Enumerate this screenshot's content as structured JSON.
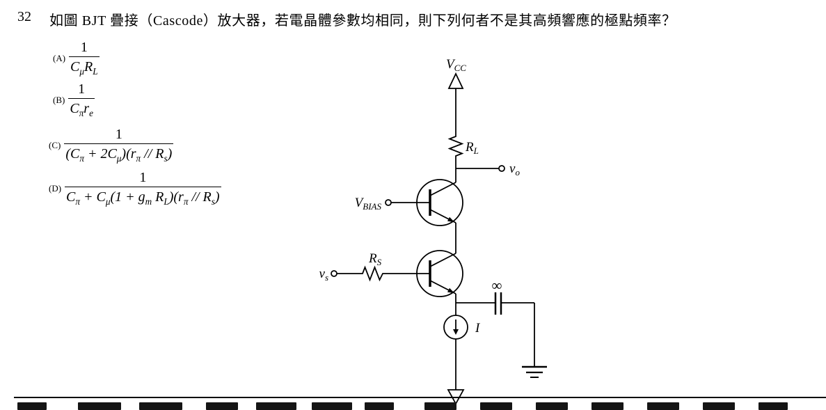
{
  "question": {
    "number": "32",
    "text": "如圖 BJT 疊接（Cascode）放大器，若電晶體參數均相同，則下列何者不是其高頻響應的極點頻率？"
  },
  "options": [
    {
      "label": "(A)",
      "numerator": "1",
      "den": {
        "p1": "C",
        "s1": "μ",
        "p2": "R",
        "s2": "L"
      }
    },
    {
      "label": "(B)",
      "numerator": "1",
      "den": {
        "p1": "C",
        "s1": "π",
        "p2": "r",
        "s2": "e"
      }
    },
    {
      "label": "(C)",
      "numerator": "1",
      "den": {
        "p1": "(C",
        "s1": "π",
        "p2": " + 2C",
        "s2": "μ",
        "p3": ")(r",
        "s3": "π",
        "p4": " // R",
        "s4": "s",
        "p5": ")"
      }
    },
    {
      "label": "(D)",
      "numerator": "1",
      "den": {
        "p1": "C",
        "s1": "π",
        "p2": " + C",
        "s2": "μ",
        "p3": "(1 + g",
        "s3": "m",
        "p4": " R",
        "s4": "L",
        "p5": ")(r",
        "s5": "π",
        "p6": " // R",
        "s6": "s",
        "p7": ")"
      }
    }
  ],
  "circuit": {
    "vcc": {
      "main": "V",
      "sub": "CC"
    },
    "rl": {
      "main": "R",
      "sub": "L"
    },
    "vo": {
      "main": "v",
      "sub": "o"
    },
    "vbias": {
      "main": "V",
      "sub": "BIAS"
    },
    "rs": {
      "main": "R",
      "sub": "S"
    },
    "vs": {
      "main": "v",
      "sub": "s"
    },
    "cap": {
      "label": "∞"
    },
    "current_source": {
      "label": "I"
    }
  }
}
